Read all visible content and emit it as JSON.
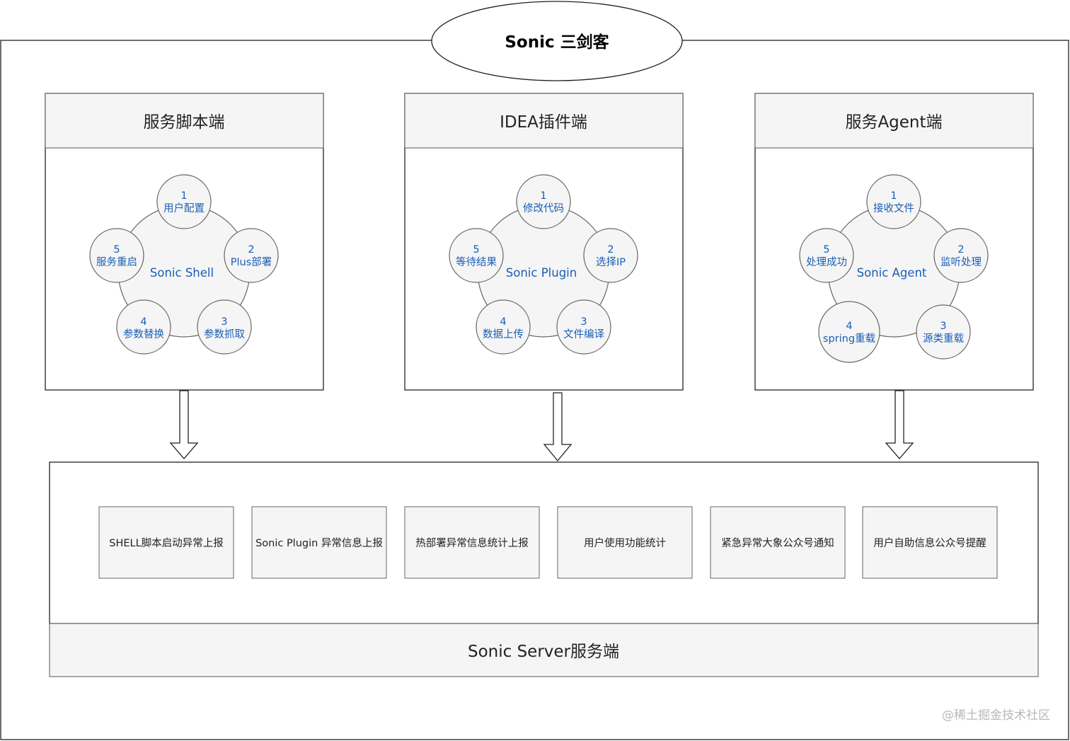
{
  "title": "Sonic 三剑客",
  "modules": [
    {
      "header": "服务脚本端",
      "hub": "Sonic Shell",
      "steps": [
        {
          "num": "1",
          "label": "用户配置"
        },
        {
          "num": "2",
          "label": "Plus部署"
        },
        {
          "num": "3",
          "label": "参数抓取"
        },
        {
          "num": "4",
          "label": "参数替换"
        },
        {
          "num": "5",
          "label": "服务重启"
        }
      ]
    },
    {
      "header": "IDEA插件端",
      "hub": "Sonic Plugin",
      "steps": [
        {
          "num": "1",
          "label": "修改代码"
        },
        {
          "num": "2",
          "label": "选择IP"
        },
        {
          "num": "3",
          "label": "文件编译"
        },
        {
          "num": "4",
          "label": "数据上传"
        },
        {
          "num": "5",
          "label": "等待结果"
        }
      ]
    },
    {
      "header": "服务Agent端",
      "hub": "Sonic Agent",
      "steps": [
        {
          "num": "1",
          "label": "接收文件"
        },
        {
          "num": "2",
          "label": "监听处理"
        },
        {
          "num": "3",
          "label": "源类重载"
        },
        {
          "num": "4",
          "label": "spring重载"
        },
        {
          "num": "5",
          "label": "处理成功"
        }
      ]
    }
  ],
  "server": {
    "functions": [
      "SHELL脚本启动异常上报",
      "Sonic Plugin 异常信息上报",
      "热部署异常信息统计上报",
      "用户使用功能统计",
      "紧急异常大象公众号通知",
      "用户自助信息公众号提醒"
    ],
    "label": "Sonic Server服务端"
  },
  "watermark": "@稀土掘金技术社区"
}
